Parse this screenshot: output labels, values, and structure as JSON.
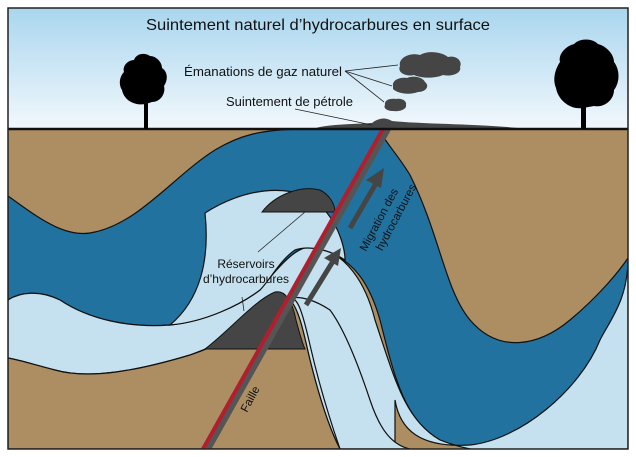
{
  "title": "Suintement naturel d’hydrocarbures en surface",
  "labels": {
    "gas": "Émanations de gaz naturel",
    "oil_seep": "Suintement de pétrole",
    "reservoirs_line1": "Réservoirs",
    "reservoirs_line2": "d’hydrocarbures",
    "migration_line1": "Migration des",
    "migration_line2": "hydrocarbures",
    "fault": "Faille"
  },
  "colors": {
    "sky_top": "#a9d6ee",
    "sky_bottom": "#f2f8fc",
    "soil": "#ad8e63",
    "dark_blue_layer": "#22729f",
    "light_blue_layer": "#c5e0ee",
    "hydrocarbon": "#444544",
    "fault": "#b11f2f",
    "outline": "#111111"
  }
}
